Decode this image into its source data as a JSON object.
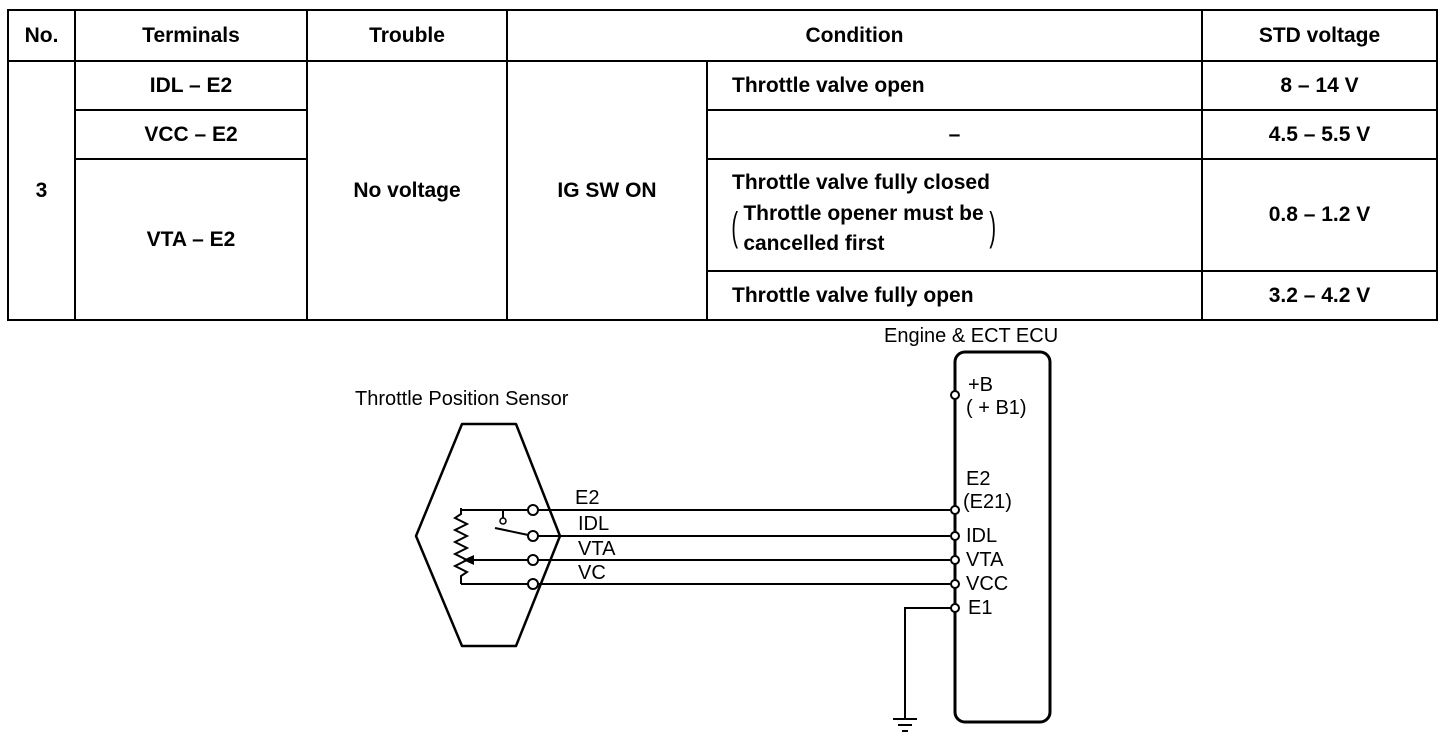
{
  "table": {
    "headers": {
      "no": "No.",
      "terminals": "Terminals",
      "trouble": "Trouble",
      "condition": "Condition",
      "std_voltage": "STD voltage"
    },
    "no": "3",
    "trouble": "No voltage",
    "condition_main": "IG SW ON",
    "rows": [
      {
        "terminals": "IDL – E2",
        "condition": "Throttle valve open",
        "voltage": "8 – 14 V"
      },
      {
        "terminals": "VCC – E2",
        "condition": "–",
        "voltage": "4.5 – 5.5 V"
      },
      {
        "terminals": "VTA – E2",
        "condition": "Throttle valve fully closed",
        "condition_note_1": "Throttle opener must be",
        "condition_note_2": "cancelled first",
        "voltage": "0.8 – 1.2 V"
      },
      {
        "condition": "Throttle valve fully open",
        "voltage": "3.2 – 4.2 V"
      }
    ]
  },
  "diagram": {
    "ecu_title": "Engine & ECT ECU",
    "sensor_title": "Throttle Position Sensor",
    "sensor_terminals": [
      "E2",
      "IDL",
      "VTA",
      "VC"
    ],
    "ecu_terminals": {
      "b": "+B",
      "b1": "( + B1)",
      "e2": "E2",
      "e21": "(E21)",
      "idl": "IDL",
      "vta": "VTA",
      "vcc": "VCC",
      "e1": "E1"
    }
  }
}
